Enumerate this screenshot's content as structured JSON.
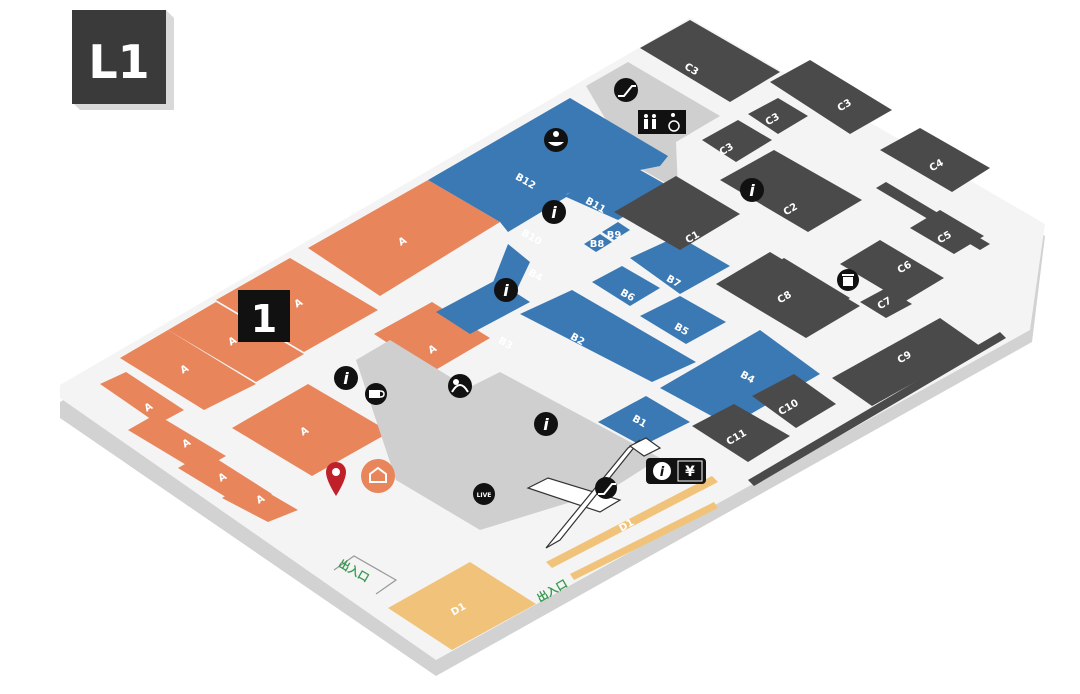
{
  "floor": {
    "label": "L1",
    "marker_number": "1"
  },
  "colors": {
    "orange": "#e8855a",
    "blue": "#3a79b4",
    "dark": "#4a4a4a",
    "yellow": "#f1c37a",
    "gray": "#cfcfcf",
    "corridor": "#ffffff",
    "base": "#e6e6e6",
    "pin": "#c0202a",
    "entrance": "#3a9a52"
  },
  "zones": {
    "a1": "A",
    "a2": "A",
    "a3": "A",
    "a4": "A",
    "a5": "A",
    "a6": "A",
    "a7": "A",
    "a8": "A",
    "a9": "A",
    "a10": "A",
    "b1": "B1",
    "b2": "B2",
    "b3": "B3",
    "b4a": "B4",
    "b4b": "B4",
    "b5": "B5",
    "b6": "B6",
    "b7": "B7",
    "b8": "B8",
    "b9": "B9",
    "b10": "B10",
    "b11": "B11",
    "b12": "B12",
    "c1": "C1",
    "c2": "C2",
    "c3a": "C3",
    "c3b": "C3",
    "c3c": "C3",
    "c3d": "C3",
    "c4": "C4",
    "c5": "C5",
    "c6": "C6",
    "c7": "C7",
    "c8": "C8",
    "c9": "C9",
    "c10": "C10",
    "c11": "C11",
    "d1a": "D1",
    "d1b": "D1"
  },
  "entrances": {
    "left": "出入口",
    "bottom": "出入口"
  },
  "icons": {
    "info": "i",
    "yen": "¥",
    "live": "LIVE"
  }
}
